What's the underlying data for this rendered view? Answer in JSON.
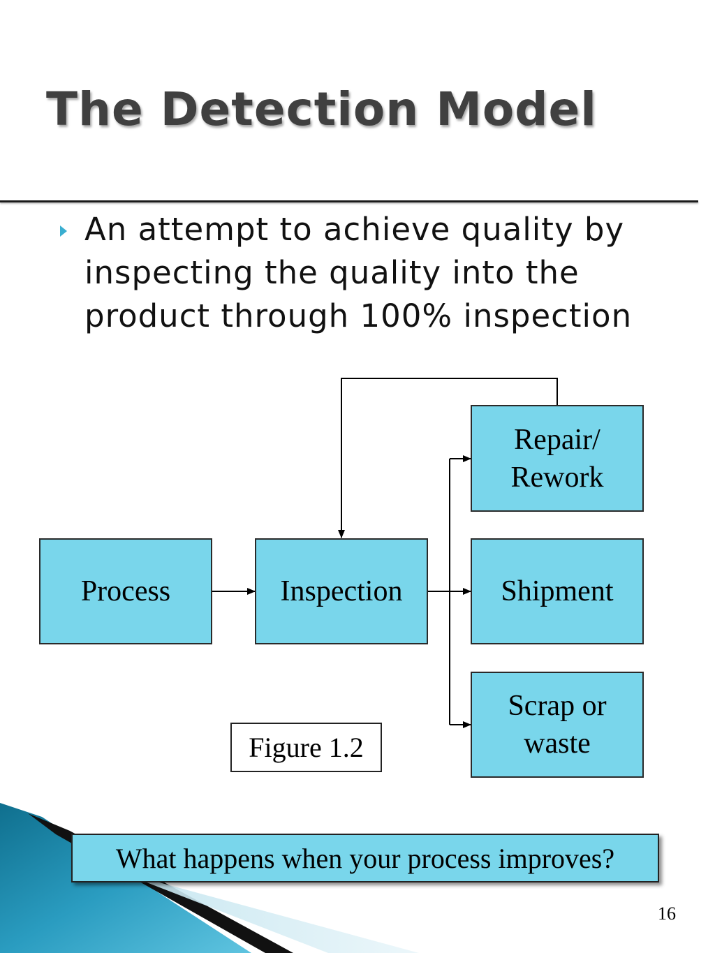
{
  "slide": {
    "title": "The Detection Model",
    "bullet": "An attempt to achieve quality by inspecting the quality into the product through 100% inspection",
    "slide_number": "16"
  },
  "diagram": {
    "nodes": {
      "process": "Process",
      "inspection": "Inspection",
      "repair": "Repair/\nRework",
      "shipment": "Shipment",
      "scrap": "Scrap or\nwaste"
    },
    "edges": [
      {
        "from": "process",
        "to": "inspection"
      },
      {
        "from": "inspection",
        "to": "repair"
      },
      {
        "from": "inspection",
        "to": "shipment"
      },
      {
        "from": "inspection",
        "to": "scrap"
      },
      {
        "from": "repair",
        "to": "inspection"
      }
    ],
    "figure_label": "Figure 1.2",
    "box_fill": "#79d6eb",
    "bullet_color": "#3aaed0"
  },
  "callout": {
    "question": "What happens when your process improves?"
  }
}
